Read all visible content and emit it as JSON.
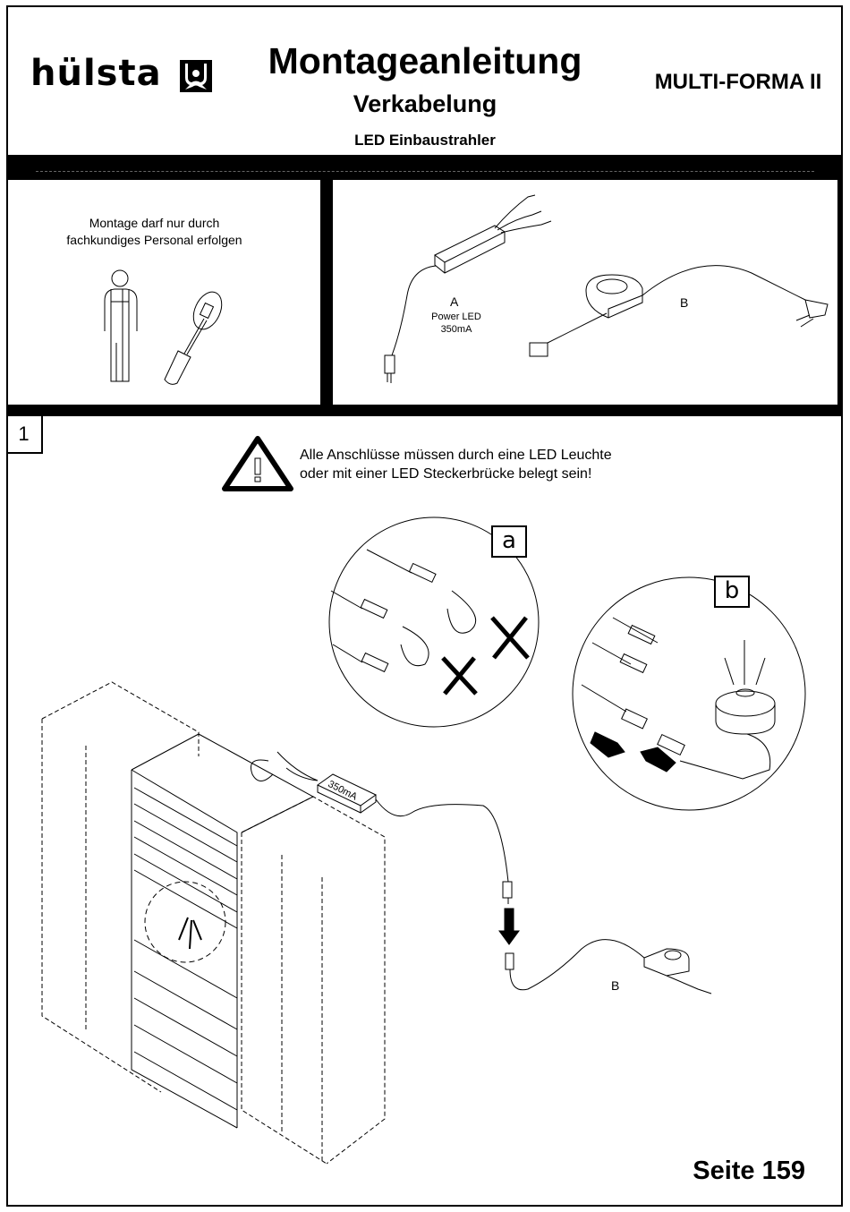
{
  "header": {
    "brand": "hülsta",
    "title": "Montageanleitung",
    "subtitle": "Verkabelung",
    "section": "LED Einbaustrahler",
    "model": "MULTI-FORMA II"
  },
  "intro": {
    "note_line1": "Montage darf nur durch",
    "note_line2": "fachkundiges Personal erfolgen",
    "part_a_label": "A",
    "part_a_desc1": "Power LED",
    "part_a_desc2": "350mA",
    "part_b_label": "B"
  },
  "step": {
    "number": "1",
    "warning_line1": "Alle Anschlüsse müssen durch eine LED Leuchte",
    "warning_line2": "oder mit einer LED Steckerbrücke belegt sein!",
    "callout_a": "a",
    "callout_b": "b",
    "driver_label": "350mA",
    "part_b_label": "B"
  },
  "icons": {
    "brand_logo": "huelsta-logo-icon",
    "worker": "worker-icon",
    "screwdriver": "screwdriver-icon",
    "warning": "warning-triangle-icon",
    "driver": "led-driver-icon",
    "switch": "switch-cable-icon"
  },
  "footer": {
    "page_label": "Seite 159"
  }
}
